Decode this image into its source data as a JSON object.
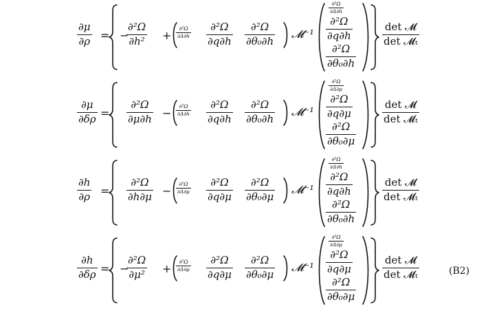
{
  "equation_label": "(B2)",
  "equations": [
    {
      "lhs_num": "∂μ",
      "lhs_den": "∂ρ",
      "sign1": "−",
      "first_num": "∂²Ω",
      "first_den": "∂h²",
      "sign2": "+",
      "row": [
        {
          "num": "∂²Ω",
          "den": "∂Δ∂h"
        },
        {
          "num": "∂²Ω",
          "den": "∂q∂h"
        },
        {
          "num": "∂²Ω",
          "den": "∂θ₀∂h"
        }
      ],
      "col": [
        {
          "num": "∂²Ω",
          "den": "∂Δ∂h"
        },
        {
          "num": "∂²Ω",
          "den": "∂q∂h"
        },
        {
          "num": "∂²Ω",
          "den": "∂θ₀∂h"
        }
      ],
      "inv": "𝓜⁻¹",
      "det_num": "det 𝓜",
      "det_den": "det 𝓜ₜ"
    },
    {
      "lhs_num": "∂μ",
      "lhs_den": "∂δρ",
      "sign1": "",
      "first_num": "∂²Ω",
      "first_den": "∂μ∂h",
      "sign2": "−",
      "row": [
        {
          "num": "∂²Ω",
          "den": "∂Δ∂h"
        },
        {
          "num": "∂²Ω",
          "den": "∂q∂h"
        },
        {
          "num": "∂²Ω",
          "den": "∂θ₀∂h"
        }
      ],
      "col": [
        {
          "num": "∂²Ω",
          "den": "∂Δ∂μ"
        },
        {
          "num": "∂²Ω",
          "den": "∂q∂μ"
        },
        {
          "num": "∂²Ω",
          "den": "∂θ₀∂μ"
        }
      ],
      "inv": "𝓜⁻¹",
      "det_num": "det 𝓜",
      "det_den": "det 𝓜ₜ"
    },
    {
      "lhs_num": "∂h",
      "lhs_den": "∂ρ",
      "sign1": "",
      "first_num": "∂²Ω",
      "first_den": "∂h∂μ",
      "sign2": "−",
      "row": [
        {
          "num": "∂²Ω",
          "den": "∂Δ∂μ"
        },
        {
          "num": "∂²Ω",
          "den": "∂q∂μ"
        },
        {
          "num": "∂²Ω",
          "den": "∂θ₀∂μ"
        }
      ],
      "col": [
        {
          "num": "∂²Ω",
          "den": "∂Δ∂h"
        },
        {
          "num": "∂²Ω",
          "den": "∂q∂h"
        },
        {
          "num": "∂²Ω",
          "den": "∂θ₀∂h"
        }
      ],
      "inv": "𝓜⁻¹",
      "det_num": "det 𝓜",
      "det_den": "det 𝓜ₜ"
    },
    {
      "lhs_num": "∂h",
      "lhs_den": "∂δρ",
      "sign1": "−",
      "first_num": "∂²Ω",
      "first_den": "∂μ²",
      "sign2": "+",
      "row": [
        {
          "num": "∂²Ω",
          "den": "∂Δ∂μ"
        },
        {
          "num": "∂²Ω",
          "den": "∂q∂μ"
        },
        {
          "num": "∂²Ω",
          "den": "∂θ₀∂μ"
        }
      ],
      "col": [
        {
          "num": "∂²Ω",
          "den": "∂Δ∂μ"
        },
        {
          "num": "∂²Ω",
          "den": "∂q∂μ"
        },
        {
          "num": "∂²Ω",
          "den": "∂θ₀∂μ"
        }
      ],
      "inv": "𝓜⁻¹",
      "det_num": "det 𝓜",
      "det_den": "det 𝓜ₜ"
    }
  ]
}
